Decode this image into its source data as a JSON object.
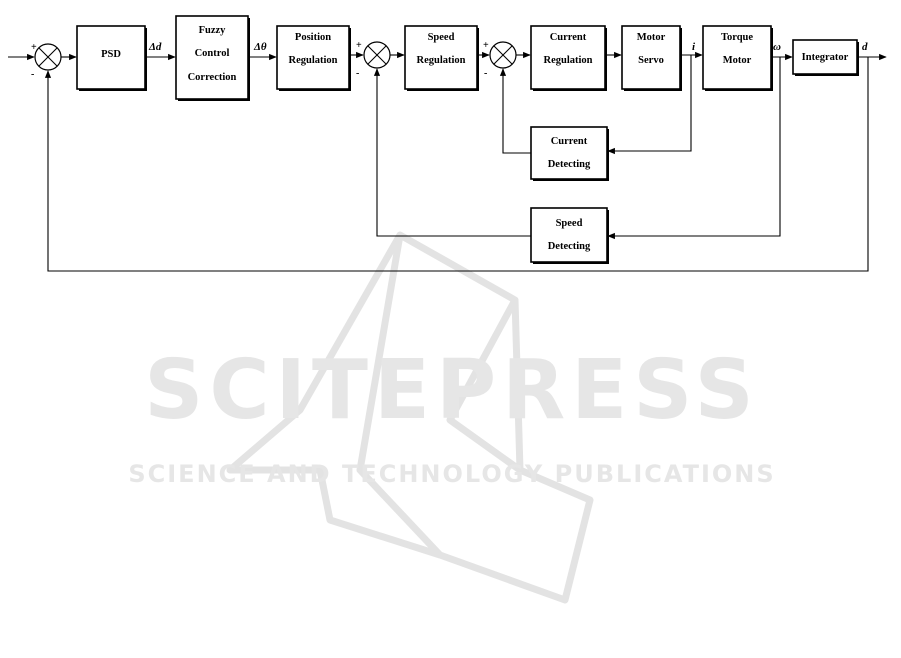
{
  "watermark": {
    "title": "SCITEPRESS",
    "subtitle": "SCIENCE AND TECHNOLOGY PUBLICATIONS"
  },
  "blocks": {
    "psd": [
      "PSD"
    ],
    "fuzzy": [
      "Fuzzy",
      "Control",
      "Correction"
    ],
    "position": [
      "Position",
      "Regulation"
    ],
    "speed_reg": [
      "Speed",
      "Regulation"
    ],
    "current_reg": [
      "Current",
      "Regulation"
    ],
    "motor_servo": [
      "Motor",
      "Servo"
    ],
    "torque_motor": [
      "Torque",
      "Motor"
    ],
    "integrator": [
      "Integrator"
    ],
    "current_det": [
      "Current",
      "Detecting"
    ],
    "speed_det": [
      "Speed",
      "Detecting"
    ]
  },
  "signals": {
    "delta_d": "Δd",
    "delta_theta": "Δθ",
    "i": "i",
    "omega": "ω",
    "d": "d"
  },
  "signs": {
    "plus": "+",
    "minus": "-"
  }
}
